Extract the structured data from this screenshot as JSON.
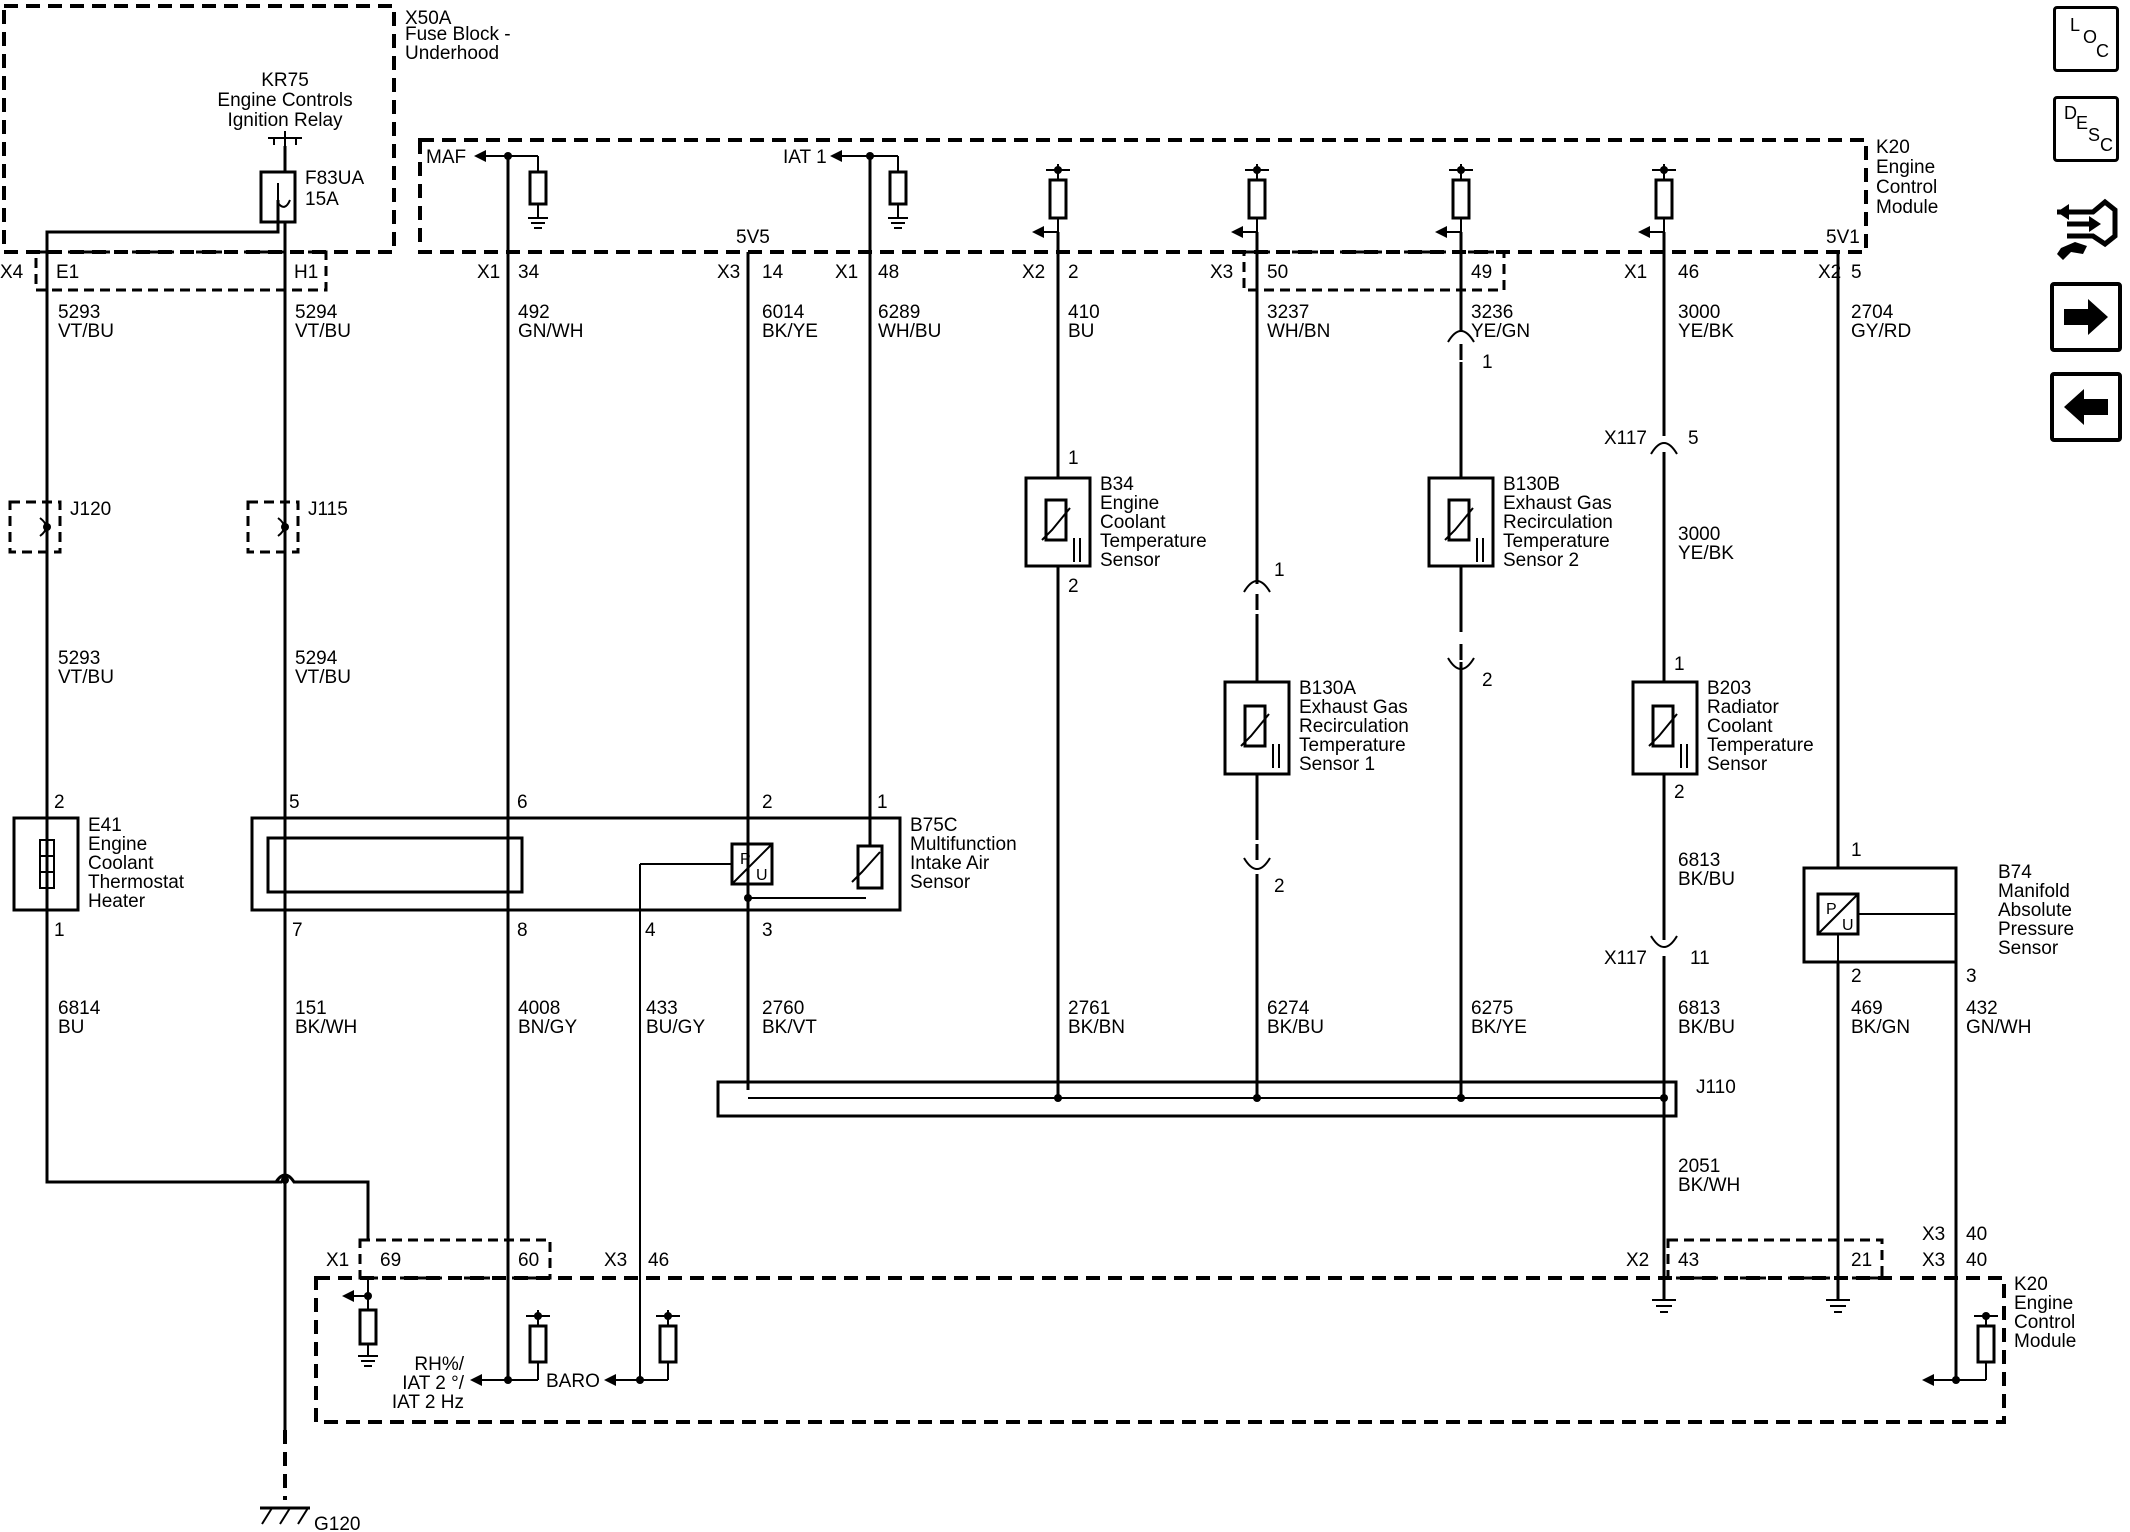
{
  "modules": {
    "fuse_block": {
      "id": "X50A",
      "lines": [
        "Fuse Block -",
        "Underhood"
      ]
    },
    "relay": {
      "id": "KR75",
      "lines": [
        "Engine Controls",
        "Ignition Relay"
      ]
    },
    "fuse": {
      "id": "F83UA",
      "rating": "15A"
    },
    "ecm_top": {
      "id": "K20",
      "lines": [
        "Engine",
        "Control",
        "Module"
      ]
    },
    "ecm_bottom": {
      "id": "K20",
      "lines": [
        "Engine",
        "Control",
        "Module"
      ]
    }
  },
  "signals": {
    "maf": "MAF",
    "iat1": "IAT 1",
    "v5v5": "5V5",
    "v5v1": "5V1",
    "rh": [
      "RH%/",
      "IAT 2 °/",
      "IAT 2 Hz"
    ],
    "baro": "BARO"
  },
  "connectors": {
    "x4": "X4",
    "e1": "E1",
    "h1": "H1",
    "x1a": "X1",
    "p34": "34",
    "x3a": "X3",
    "p14": "14",
    "x1b": "X1",
    "p48": "48",
    "x2a": "X2",
    "p2": "2",
    "x3b": "X3",
    "p50": "50",
    "p49": "49",
    "x1c": "X1",
    "p46": "46",
    "x2b": "X2",
    "p5": "5",
    "x1d": "X1",
    "p69": "69",
    "p60": "60",
    "x3c": "X3",
    "p46b": "46",
    "x2c": "X2",
    "p43": "43",
    "p21": "21",
    "x3d": "X3",
    "p40a": "40",
    "x3e": "X3",
    "p40b": "40",
    "x117a": "X117",
    "x117a_pin": "5",
    "x117b": "X117",
    "x117b_pin": "11"
  },
  "wires": {
    "w5293a": [
      "5293",
      "VT/BU"
    ],
    "w5294a": [
      "5294",
      "VT/BU"
    ],
    "w492": [
      "492",
      "GN/WH"
    ],
    "w6014": [
      "6014",
      "BK/YE"
    ],
    "w6289": [
      "6289",
      "WH/BU"
    ],
    "w410": [
      "410",
      "BU"
    ],
    "w3237": [
      "3237",
      "WH/BN"
    ],
    "w3236": [
      "3236",
      "YE/GN"
    ],
    "w3000a": [
      "3000",
      "YE/BK"
    ],
    "w2704": [
      "2704",
      "GY/RD"
    ],
    "w3000b": [
      "3000",
      "YE/BK"
    ],
    "w5293b": [
      "5293",
      "VT/BU"
    ],
    "w5294b": [
      "5294",
      "VT/BU"
    ],
    "w6814": [
      "6814",
      "BU"
    ],
    "w151": [
      "151",
      "BK/WH"
    ],
    "w4008": [
      "4008",
      "BN/GY"
    ],
    "w433": [
      "433",
      "BU/GY"
    ],
    "w2760": [
      "2760",
      "BK/VT"
    ],
    "w2761": [
      "2761",
      "BK/BN"
    ],
    "w6274": [
      "6274",
      "BK/BU"
    ],
    "w6275": [
      "6275",
      "BK/YE"
    ],
    "w6813a": [
      "6813",
      "BK/BU"
    ],
    "w6813b": [
      "6813",
      "BK/BU"
    ],
    "w469": [
      "469",
      "BK/GN"
    ],
    "w432": [
      "432",
      "GN/WH"
    ],
    "w2051": [
      "2051",
      "BK/WH"
    ]
  },
  "splices": {
    "j120": "J120",
    "j115": "J115",
    "j110": "J110"
  },
  "components": {
    "e41": {
      "id": "E41",
      "lines": [
        "Engine",
        "Coolant",
        "Thermostat",
        "Heater"
      ],
      "pin_top": "2",
      "pin_bottom": "1"
    },
    "b75c": {
      "id": "B75C",
      "lines": [
        "Multifunction",
        "Intake Air",
        "Sensor"
      ],
      "pins": [
        "5",
        "6",
        "2",
        "1",
        "7",
        "8",
        "4",
        "3"
      ]
    },
    "b34": {
      "id": "B34",
      "lines": [
        "Engine",
        "Coolant",
        "Temperature",
        "Sensor"
      ],
      "pin_top": "1",
      "pin_bottom": "2"
    },
    "b130a": {
      "id": "B130A",
      "lines": [
        "Exhaust Gas",
        "Recirculation",
        "Temperature",
        "Sensor 1"
      ],
      "pin_top": "1",
      "pin_bottom": "2"
    },
    "b130b": {
      "id": "B130B",
      "lines": [
        "Exhaust Gas",
        "Recirculation",
        "Temperature",
        "Sensor 2"
      ],
      "pin_top": "1",
      "pin_bottom": "2"
    },
    "b203": {
      "id": "B203",
      "lines": [
        "Radiator",
        "Coolant",
        "Temperature",
        "Sensor"
      ],
      "pin_top": "1",
      "pin_bottom": "2"
    },
    "b74": {
      "id": "B74",
      "lines": [
        "Manifold",
        "Absolute",
        "Pressure",
        "Sensor"
      ],
      "pin_top": "1",
      "pin_a": "2",
      "pin_b": "3"
    },
    "inline_b130a": {
      "pin_top": "1",
      "pin_bottom": "2"
    },
    "inline_b130b": {
      "pin_top": "1",
      "pin_bottom": "2"
    }
  },
  "ground": {
    "id": "G120"
  },
  "nav": {
    "loc": [
      "L",
      "O",
      "C"
    ],
    "desc": [
      "D",
      "E",
      "S",
      "C"
    ],
    "icons": [
      "connector-icon",
      "arrow-right-icon",
      "arrow-left-icon"
    ]
  }
}
